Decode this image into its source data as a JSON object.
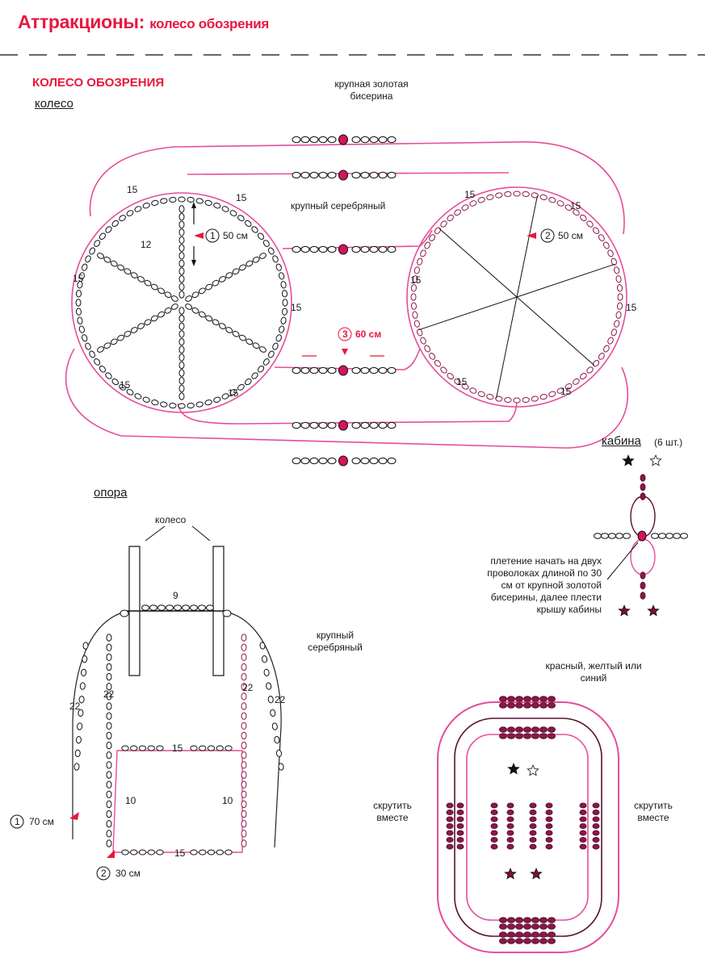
{
  "header": {
    "title_main": "Аттракционы:",
    "title_sub": "колесо обозрения"
  },
  "section": {
    "title": "КОЛЕСО ОБОЗРЕНИЯ",
    "wheel_label": "колесо",
    "support_label": "опора",
    "cabin_label": "кабина",
    "cabin_count": "(6 шт.)"
  },
  "wheel": {
    "gold_bead": "крупная золотая бисерина",
    "silver_bead": "крупный серебряный",
    "step1_num": "1",
    "step1_len": "50 см",
    "step2_num": "2",
    "step2_len": "50 см",
    "step3_num": "3",
    "step3_len": "60 см",
    "counts_left": [
      "15",
      "15",
      "15",
      "15",
      "15",
      "12"
    ],
    "counts_right": [
      "15",
      "15",
      "15",
      "15",
      "15"
    ]
  },
  "support": {
    "wheel_label": "колесо",
    "silver_bead": "крупный серебряный",
    "count_top": "9",
    "count_22": "22",
    "count_15": "15",
    "count_10": "10",
    "step1_num": "1",
    "step1_len": "70 см",
    "step2_num": "2",
    "step2_len": "30 см"
  },
  "cabin": {
    "note": "плетение начать на двух проволоках длиной по 30 см от крупной золотой бисерины, далее плести крышу кабины",
    "color_note": "красный, желтый или синий",
    "twist_left": "скрутить вместе",
    "twist_right": "скрутить вместе"
  },
  "colors": {
    "accent": "#e8173f",
    "wire_pink": "#e64d9a",
    "bead_maroon": "#8a1848",
    "gold_bead": "#d4145a"
  }
}
